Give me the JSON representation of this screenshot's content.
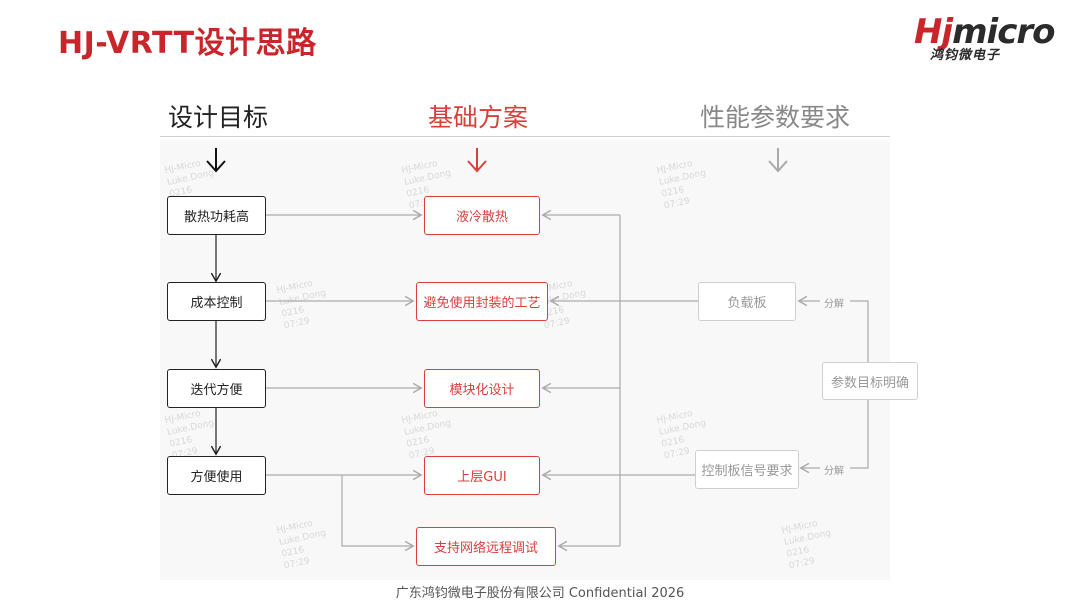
{
  "title": "HJ-VRTT设计思路",
  "logo": {
    "main_h": "Hj",
    "main_rest": "micro",
    "sub": "鸿钧微电子"
  },
  "columns": {
    "goal": "设计目标",
    "base": "基础方案",
    "param": "性能参数要求"
  },
  "goals": [
    "散热功耗高",
    "成本控制",
    "迭代方便",
    "方便使用"
  ],
  "solutions": [
    "液冷散热",
    "避免使用封装的工艺",
    "模块化设计",
    "上层GUI",
    "支持网络远程调试"
  ],
  "params": {
    "load_board": "负载板",
    "control_board": "控制板信号要求",
    "target": "参数目标明确",
    "split1": "分解",
    "split2": "分解"
  },
  "watermark": {
    "line1": "HJ-Micro",
    "line2": "Luke.Dong",
    "line3": "0216",
    "line4": "07:29"
  },
  "footer": "广东鸿钧微电子股份有限公司 Confidential 2026",
  "colors": {
    "brand_red": "#c9262c",
    "solution_red": "#d9403c",
    "muted_gray": "#999999"
  }
}
